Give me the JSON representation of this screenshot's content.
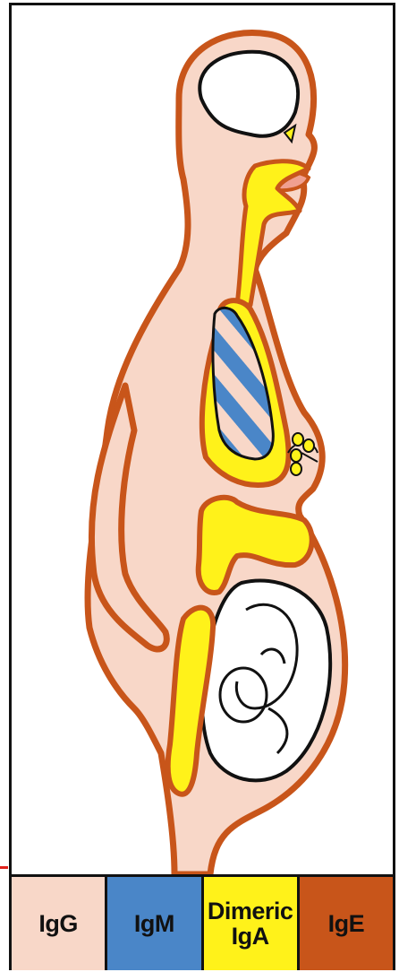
{
  "colors": {
    "skin": "#f8d7c8",
    "outline": "#c8551a",
    "mucosa": "#fff21a",
    "lung_blue": "#4a86c8",
    "frame": "#111111"
  },
  "legend": [
    {
      "label": "IgG",
      "color": "#f8d7c8"
    },
    {
      "label": "IgM",
      "color": "#4a86c8"
    },
    {
      "label": "Dimeric\nIgA",
      "color": "#fff21a"
    },
    {
      "label": "IgE",
      "color": "#c8551a"
    }
  ]
}
